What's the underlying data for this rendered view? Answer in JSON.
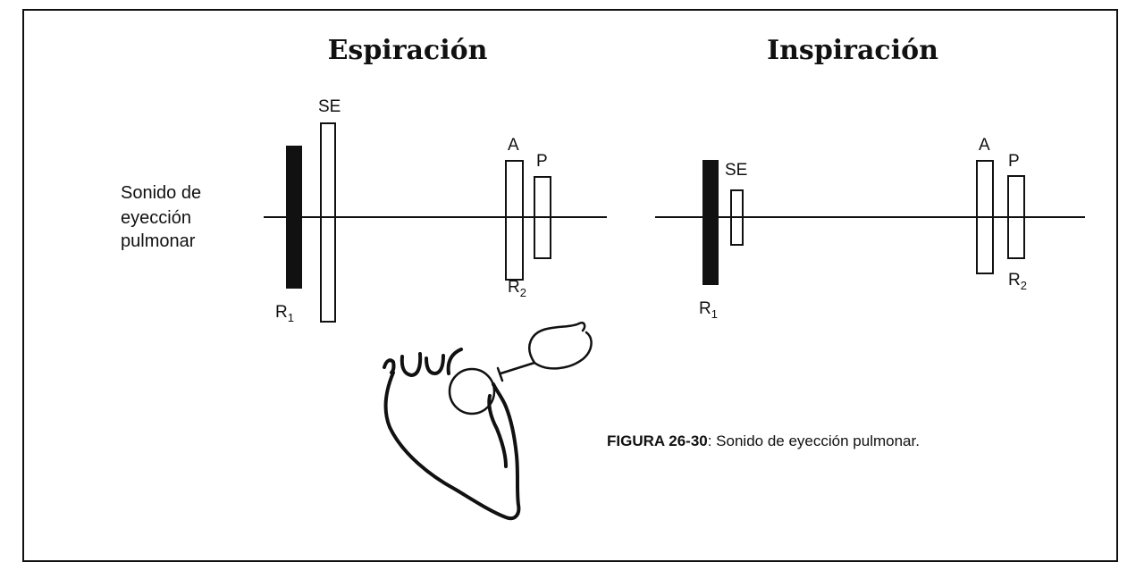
{
  "titles": {
    "left": "Espiración",
    "right": "Inspiración"
  },
  "side_label": {
    "line1": "Sonido de",
    "line2": "eyección",
    "line3": "pulmonar"
  },
  "labels": {
    "se": "SE",
    "a": "A",
    "p": "P",
    "r": "R",
    "sub1": "1",
    "sub2": "2"
  },
  "caption": {
    "prefix": "FIGURA 26-30",
    "text": ": Sonido de eyección pulmonar."
  },
  "colors": {
    "ink": "#111111",
    "background": "#ffffff"
  }
}
